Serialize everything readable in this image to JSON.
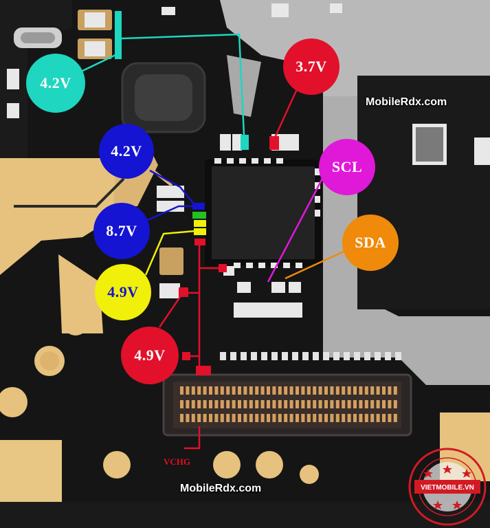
{
  "labels": {
    "cyan_42v": "4.2V",
    "blue_42v": "4.2V",
    "blue_87v": "8.7V",
    "yellow_49v": "4.9V",
    "red_37v": "3.7V",
    "red_49v": "4.9V",
    "scl": "SCL",
    "sda": "SDA",
    "vchg": "VCHG"
  },
  "watermarks": {
    "top": "MobileRdx.com",
    "bottom": "MobileRdx.com"
  },
  "seal": {
    "brand": "VIETMOBILE.VN"
  },
  "colors": {
    "cyan": "#1fd6c0",
    "blue": "#1414d2",
    "yellow": "#f0f00a",
    "red": "#e2102a",
    "magenta": "#e018d8",
    "orange": "#f08a0a",
    "board_gold": "#e8c07a",
    "board_black": "#141414",
    "shield_silver": "#b8b8b8"
  }
}
